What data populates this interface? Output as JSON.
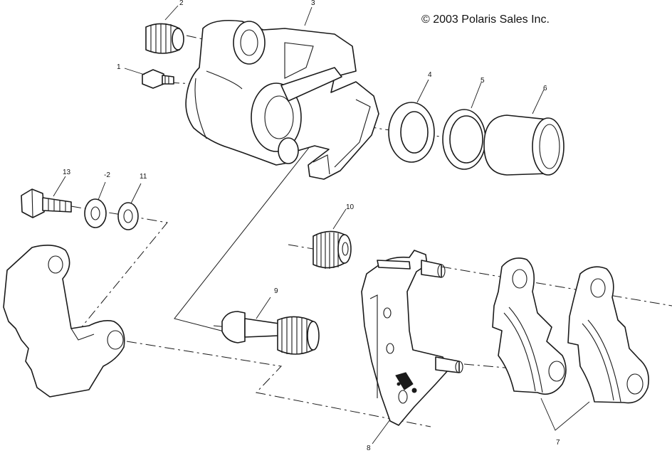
{
  "copyright": "© 2003 Polaris Sales Inc.",
  "callouts": {
    "c1": "1",
    "c2": "2",
    "c3": "3",
    "c4": "4",
    "c5": "5",
    "c6": "6",
    "c7": "7",
    "c8": "8",
    "c9": "9",
    "c10": "10",
    "c11": "11",
    "c12": "-2",
    "c13": "13"
  }
}
